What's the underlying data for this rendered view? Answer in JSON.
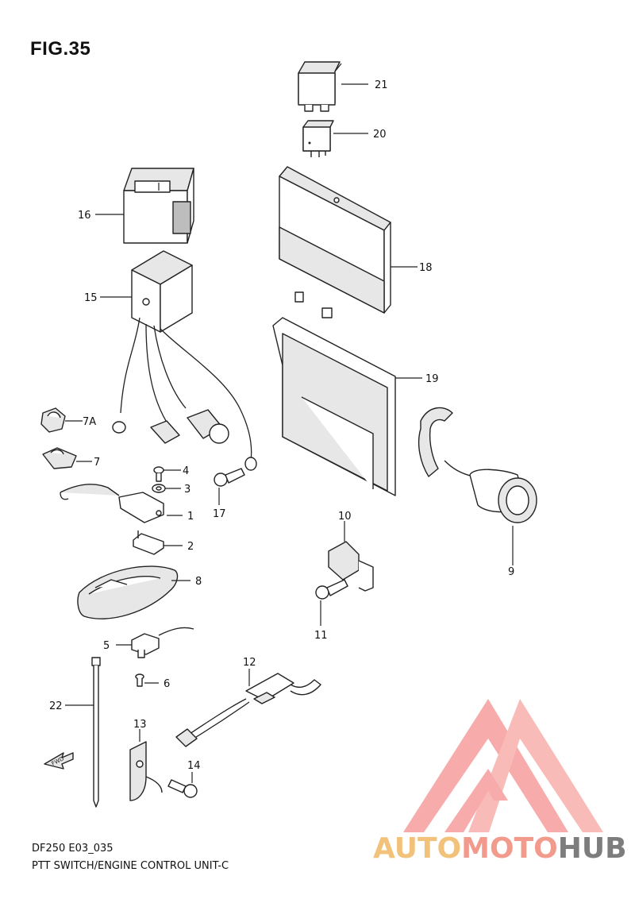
{
  "figure": {
    "title": "FIG.35",
    "diagram_code": "DF250 E03_035",
    "caption": "PTT SWITCH/ENGINE CONTROL UNIT-C"
  },
  "callouts": {
    "c1": "1",
    "c2": "2",
    "c3": "3",
    "c4": "4",
    "c5": "5",
    "c6": "6",
    "c7": "7",
    "c7a": "7A",
    "c8": "8",
    "c9": "9",
    "c10": "10",
    "c11": "11",
    "c12": "12",
    "c13": "13",
    "c14": "14",
    "c15": "15",
    "c16": "16",
    "c17": "17",
    "c18": "18",
    "c19": "19",
    "c20": "20",
    "c21": "21",
    "c22": "22"
  },
  "fwd_arrow": {
    "label": "FWD"
  },
  "watermark": {
    "part1": "AUTO",
    "part2": "MOTO",
    "part3": "HUB",
    "colors": {
      "auto": "#f2c27a",
      "moto": "#f29a8c",
      "hub": "#7d7d7d",
      "triangle": "#f58f8f"
    }
  }
}
